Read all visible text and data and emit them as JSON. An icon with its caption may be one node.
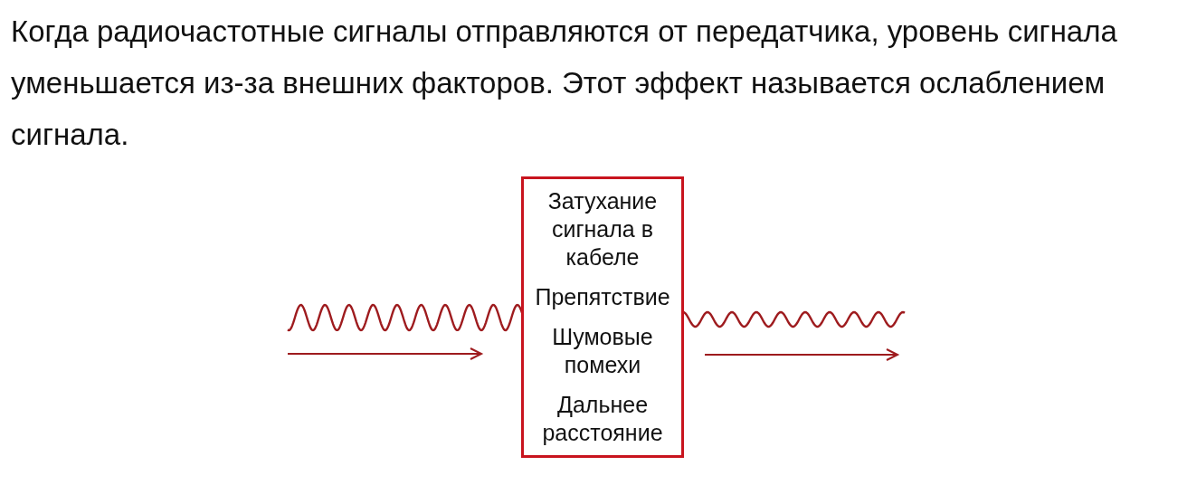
{
  "diagram": {
    "caption": "Когда радиочастотные сигналы отправляются от передатчика, уровень сигнала уменьшается из-за внешних факторов. Этот эффект называется ослаблением сигнала.",
    "nodes": [
      {
        "text": [
          "Затухание сигнала в кабеле",
          "Препятствие",
          "Шумовые помехи",
          "Дальнее расстояние"
        ]
      }
    ]
  }
}
